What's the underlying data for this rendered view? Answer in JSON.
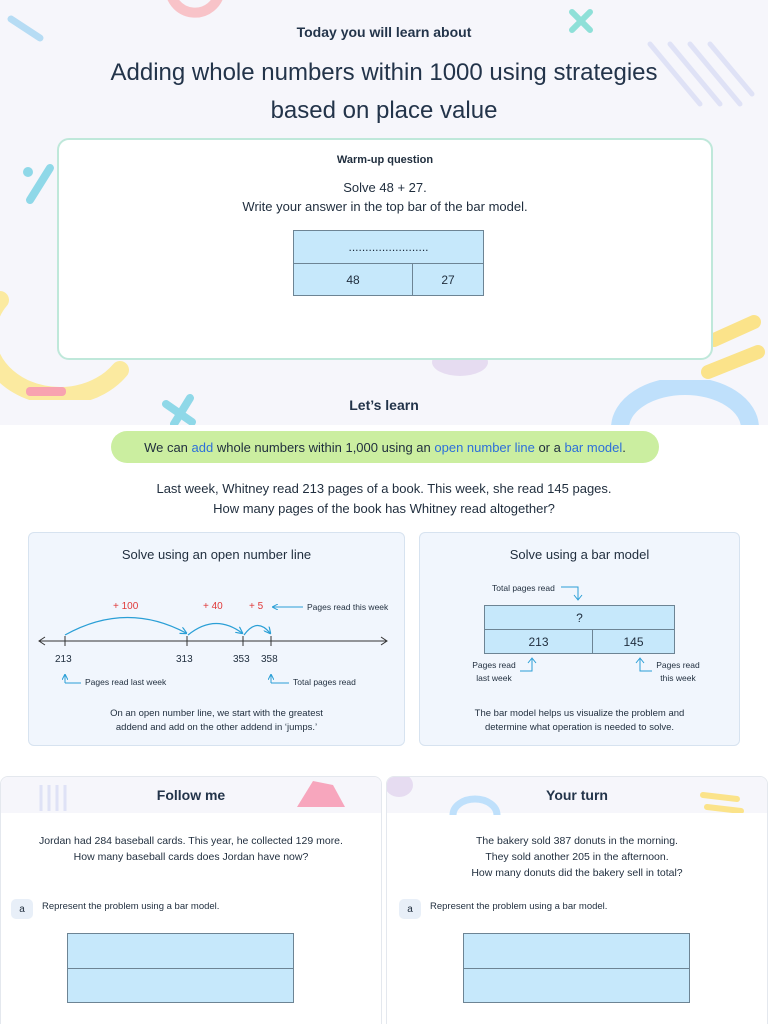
{
  "hero": {
    "kicker": "Today you will learn about",
    "title": "Adding whole numbers within 1000 using strategies based on place value"
  },
  "warmup": {
    "label": "Warm-up question",
    "line1": "Solve 48 + 27.",
    "line2": "Write your answer in the top bar of the bar model.",
    "bar_top": "........................",
    "bar_left": "48",
    "bar_right": "27"
  },
  "lets_learn": "Let’s learn",
  "pill": {
    "p1": "We can ",
    "p2": "add",
    "p3": " whole numbers within 1,000 using an ",
    "p4": "open number line",
    "p5": " or a ",
    "p6": "bar model",
    "p7": "."
  },
  "story": {
    "line1": "Last week, Whitney read 213 pages of a book. This week, she read 145 pages.",
    "line2": "How many pages of the book has Whitney read altogether?"
  },
  "number_line_panel": {
    "title": "Solve using an open number line",
    "jumps": [
      "+ 100",
      "+ 40",
      "+ 5"
    ],
    "jumps_label": "Pages read this week",
    "ticks": [
      "213",
      "313",
      "353",
      "358"
    ],
    "start_label": "Pages read last week",
    "end_label": "Total pages read",
    "foot1": "On an open number line, we start with the greatest",
    "foot2": "addend and add on the other addend in ‘jumps.’"
  },
  "bar_model_panel": {
    "title": "Solve using a bar model",
    "total_label": "Total pages read",
    "top": "?",
    "left": "213",
    "right": "145",
    "left_label_1": "Pages read",
    "left_label_2": "last week",
    "right_label_1": "Pages read",
    "right_label_2": "this week",
    "foot1": "The bar model helps us visualize the problem and",
    "foot2": "determine what operation is needed to solve."
  },
  "follow_me": {
    "title": "Follow me",
    "line1": "Jordan had 284 baseball cards. This year, he collected 129 more.",
    "line2": "How many baseball cards does Jordan have now?",
    "badge": "a",
    "question": "Represent the problem using a bar model."
  },
  "your_turn": {
    "title": "Your turn",
    "line1": "The bakery sold 387 donuts in the morning.",
    "line2": "They sold another 205 in the afternoon.",
    "line3": "How many donuts did the bakery sell in total?",
    "badge": "a",
    "question": "Represent the problem using a bar model."
  },
  "colors": {
    "accent_blue": "#2d6fd9",
    "jump_red": "#e03a3a",
    "bar_fill": "#c6e8fb",
    "pill_green": "#cbeea0"
  }
}
